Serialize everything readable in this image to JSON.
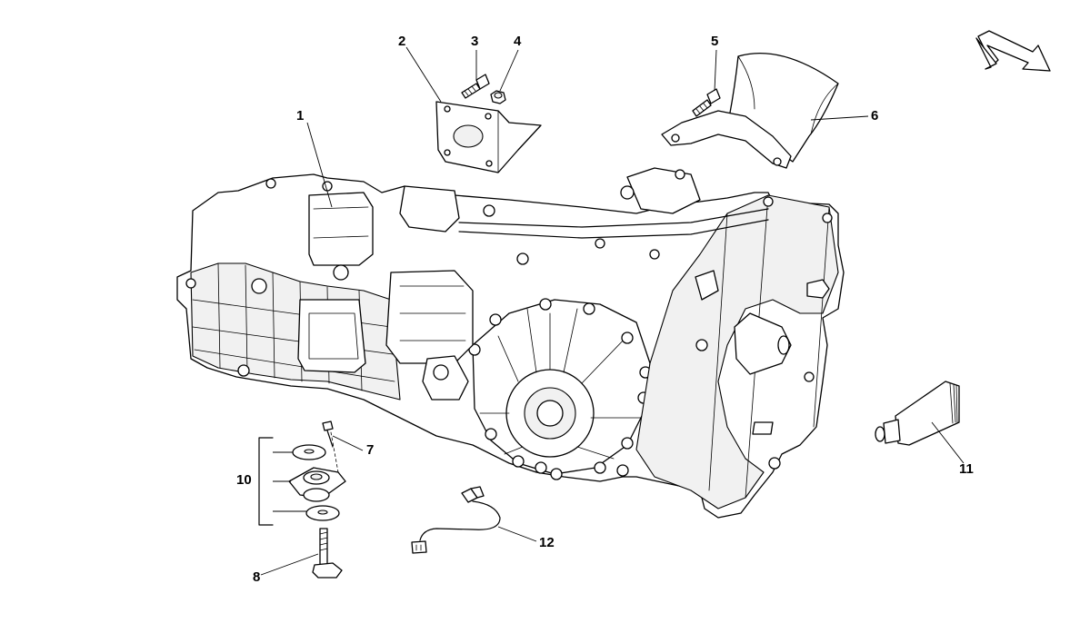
{
  "callouts": [
    "1",
    "2",
    "3",
    "4",
    "5",
    "6",
    "7",
    "8",
    "10",
    "11",
    "12"
  ],
  "icons": {
    "orientation_arrow": "direction-arrow-icon"
  }
}
